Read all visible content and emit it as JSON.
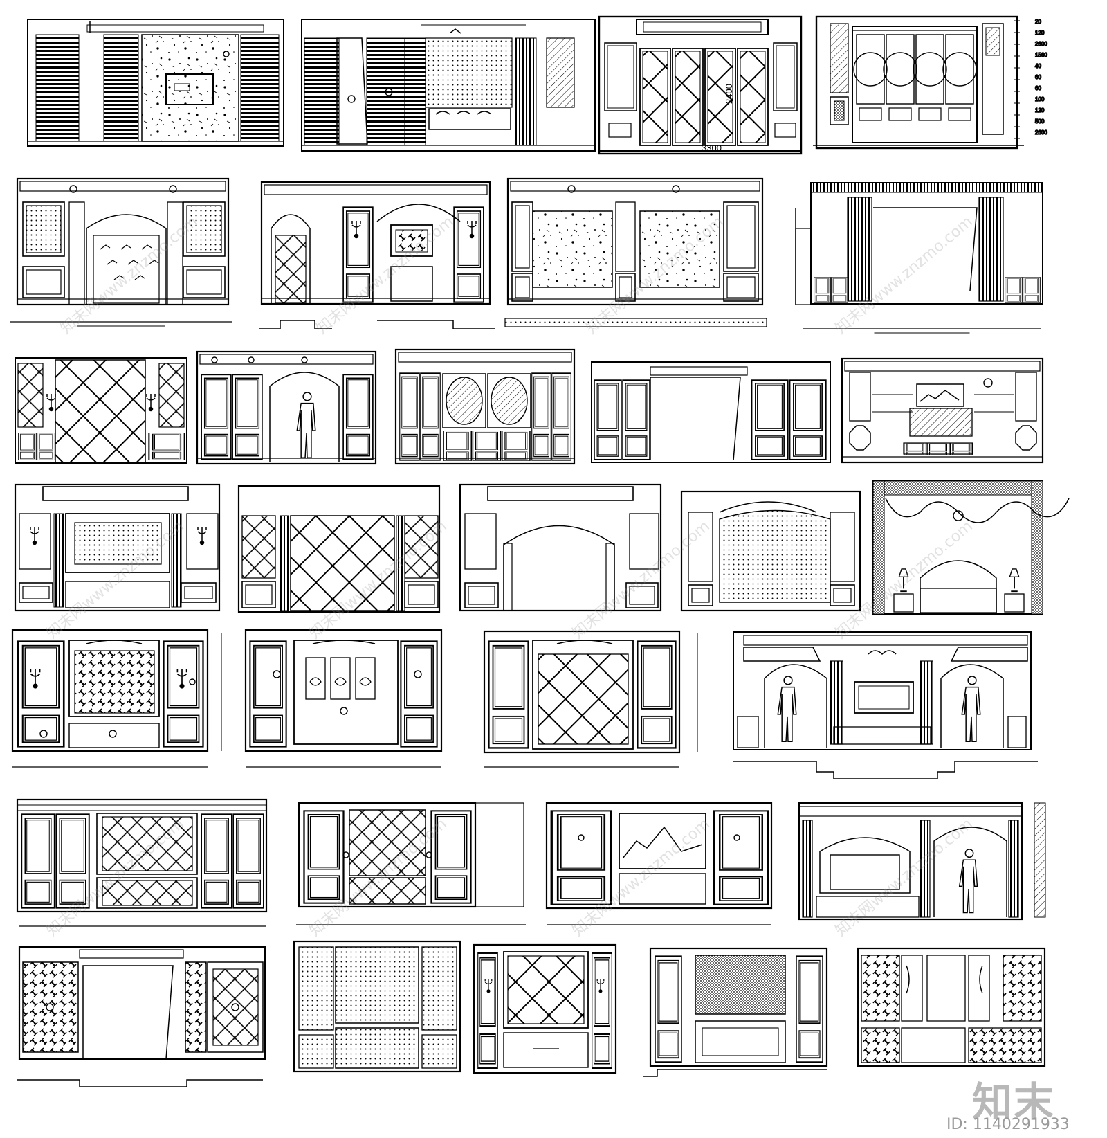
{
  "sheet": {
    "dimension_labels": {
      "width_3300": "3300",
      "height_2400": "2400"
    },
    "right_column_dims": [
      "20",
      "120",
      "2600",
      "1560",
      "40",
      "60",
      "60",
      "100",
      "120",
      "500",
      "2600"
    ],
    "label_plates": [
      "sign-plate"
    ]
  },
  "watermark": {
    "logo_text": "知末",
    "id_text": "ID: 1140291933",
    "diagonal_text": "知末网www.znzmo.com"
  },
  "colors": {
    "line": "#000000",
    "background": "#ffffff",
    "watermark": "#b8b8b8"
  }
}
